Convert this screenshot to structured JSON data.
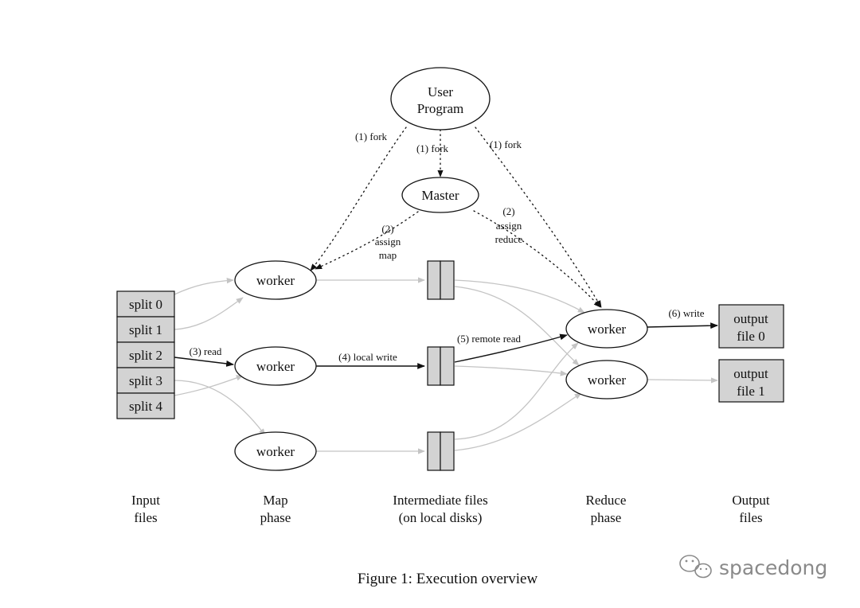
{
  "nodes": {
    "user_program": [
      "User",
      "Program"
    ],
    "master": "Master",
    "worker": "worker"
  },
  "splits": [
    "split 0",
    "split 1",
    "split 2",
    "split 3",
    "split 4"
  ],
  "outputs": [
    [
      "output",
      "file 0"
    ],
    [
      "output",
      "file 1"
    ]
  ],
  "edges": {
    "fork_left": "(1) fork",
    "fork_mid": "(1) fork",
    "fork_right": "(1) fork",
    "assign_map": [
      "(2)",
      "assign",
      "map"
    ],
    "assign_reduce": [
      "(2)",
      "assign",
      "reduce"
    ],
    "read": "(3) read",
    "local_write": "(4) local write",
    "remote_read": "(5) remote read",
    "write": "(6) write"
  },
  "columns": [
    [
      "Input",
      "files"
    ],
    [
      "Map",
      "phase"
    ],
    [
      "Intermediate files",
      "(on local disks)"
    ],
    [
      "Reduce",
      "phase"
    ],
    [
      "Output",
      "files"
    ]
  ],
  "caption": "Figure 1: Execution overview",
  "watermark": "spacedong",
  "colors": {
    "box_fill": "#d3d3d3",
    "gray_edge": "#c4c4c4",
    "dark": "#111111"
  }
}
